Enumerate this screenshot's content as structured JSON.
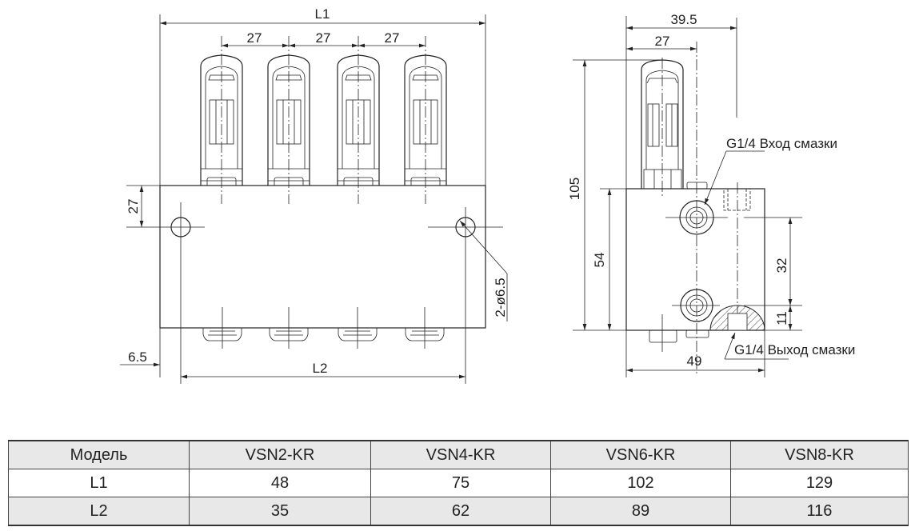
{
  "front_view": {
    "dim_l1": "L1",
    "dim_l2": "L2",
    "dim_pitch": [
      "27",
      "27",
      "27"
    ],
    "dim_hole_height": "27",
    "dim_hole_offset": "6.5",
    "dim_holes": "2-ø6.5"
  },
  "side_view": {
    "dim_width_outer": "39.5",
    "dim_width_inner": "27",
    "dim_height_total": "105",
    "dim_height_body": "54",
    "dim_port_spacing": "32",
    "dim_outlet_height": "11",
    "dim_depth": "49",
    "inlet_label": "G1/4 Вход смазки",
    "outlet_label": "G1/4 Выход смазки"
  },
  "table": {
    "header": [
      "Модель",
      "VSN2-KR",
      "VSN4-KR",
      "VSN6-KR",
      "VSN8-KR"
    ],
    "rows": [
      [
        "L1",
        "48",
        "75",
        "102",
        "129"
      ],
      [
        "L2",
        "35",
        "62",
        "89",
        "116"
      ]
    ]
  }
}
